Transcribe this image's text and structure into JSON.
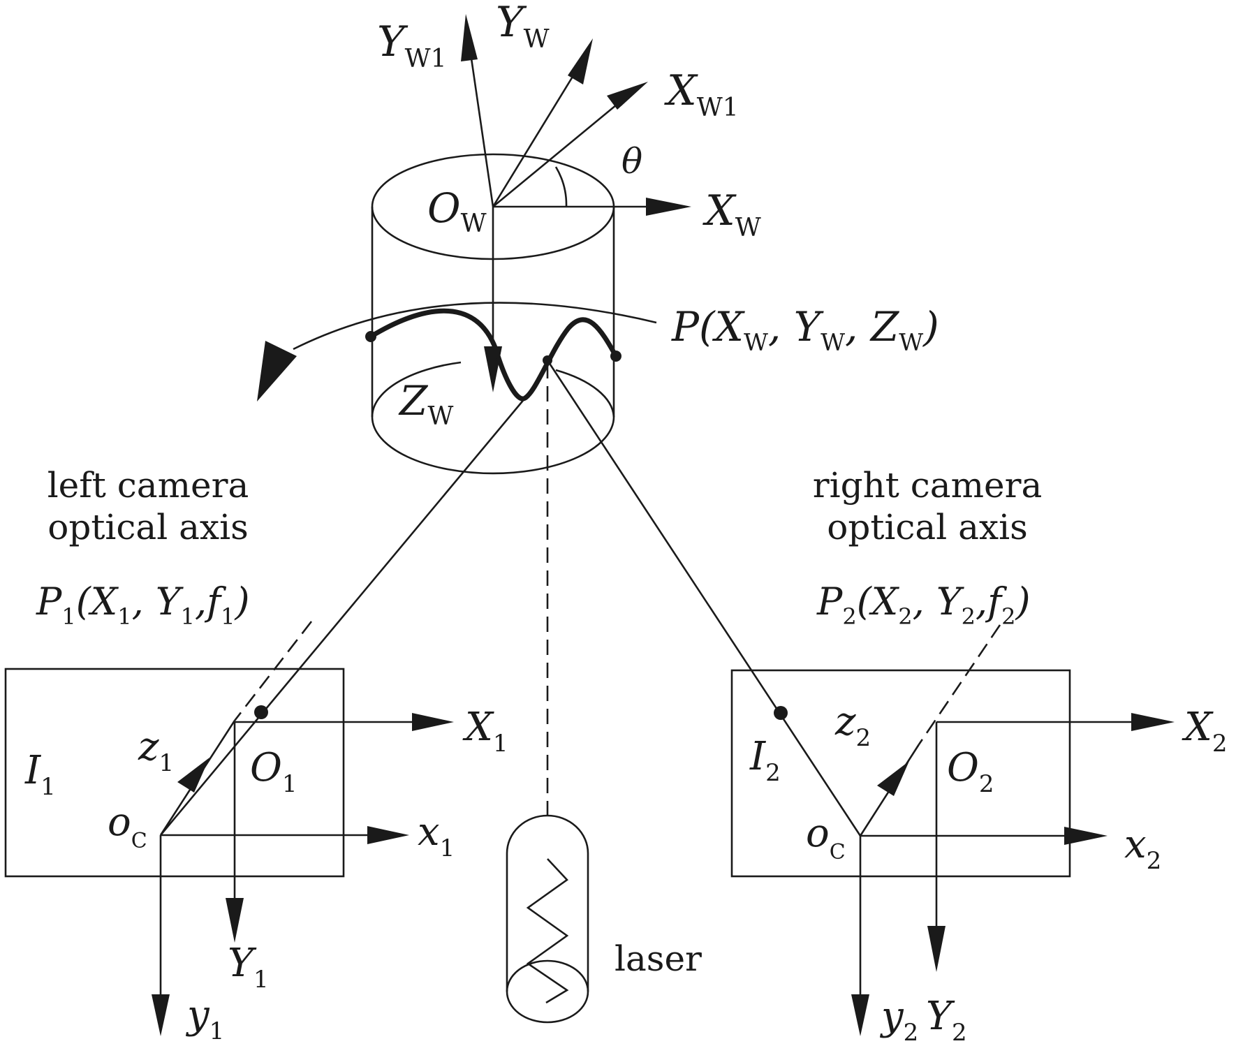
{
  "labels": {
    "Yw": {
      "main": "Y",
      "sub": "W"
    },
    "Yw1": {
      "main": "Y",
      "sub": "W1"
    },
    "Xw1": {
      "main": "X",
      "sub": "W1"
    },
    "theta": "θ",
    "Ow": {
      "main": "O",
      "sub": "W"
    },
    "Xw": {
      "main": "X",
      "sub": "W"
    },
    "Zw": {
      "main": "Z",
      "sub": "W"
    },
    "P": {
      "a": "P(X",
      "s1": "W",
      "b": ", Y",
      "s2": "W",
      "c": ", Z",
      "s3": "W",
      "d": ")"
    },
    "left_caption": [
      "left camera",
      "optical axis"
    ],
    "right_caption": [
      "right camera",
      "optical axis"
    ],
    "P1": {
      "a": "P",
      "s1": "1",
      "b": "(X",
      "s2": "1",
      "c": ", Y",
      "s3": "1",
      "d": ",f",
      "s4": "1",
      "e": ")"
    },
    "P2": {
      "a": "P",
      "s1": "2",
      "b": "(X",
      "s2": "2",
      "c": ", Y",
      "s3": "2",
      "d": ",f",
      "s4": "2",
      "e": ")"
    },
    "X1": {
      "main": "X",
      "sub": "1"
    },
    "I1": {
      "main": "I",
      "sub": "1"
    },
    "z1": {
      "main": "z",
      "sub": "1"
    },
    "O1": {
      "main": "O",
      "sub": "1"
    },
    "oC_left": {
      "main": "o",
      "sub": "C"
    },
    "x1": {
      "main": "x",
      "sub": "1"
    },
    "Y1": {
      "main": "Y",
      "sub": "1"
    },
    "y1": {
      "main": "y",
      "sub": "1"
    },
    "X2": {
      "main": "X",
      "sub": "2"
    },
    "I2": {
      "main": "I",
      "sub": "2"
    },
    "z2": {
      "main": "z",
      "sub": "2"
    },
    "O2": {
      "main": "O",
      "sub": "2"
    },
    "oC_right": {
      "main": "o",
      "sub": "C"
    },
    "x2": {
      "main": "x",
      "sub": "2"
    },
    "y2": {
      "main": "y",
      "sub": "2"
    },
    "Y2": {
      "main": "Y",
      "sub": "2"
    },
    "laser": "laser"
  }
}
